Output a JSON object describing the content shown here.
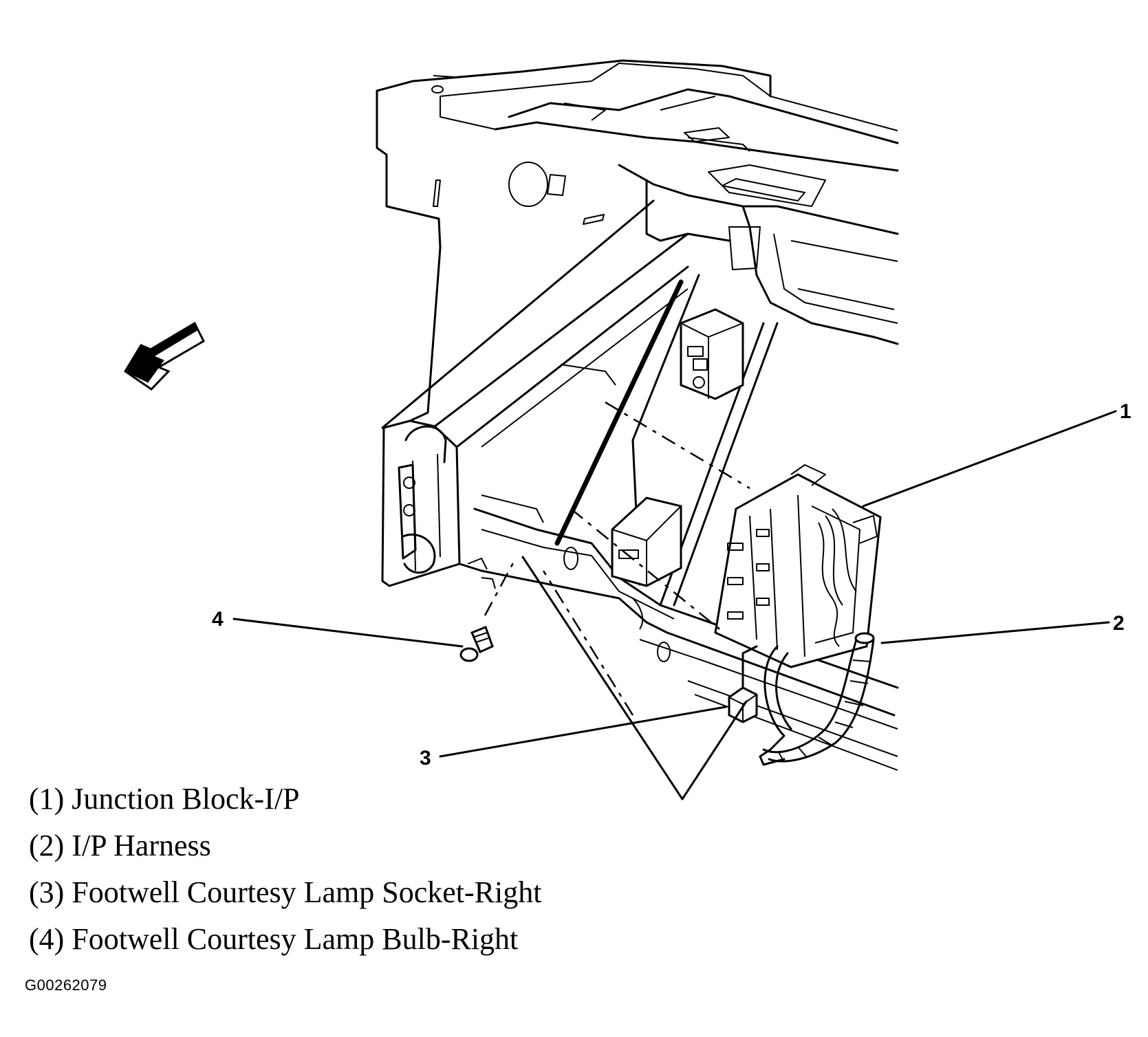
{
  "callouts": {
    "c1": "1",
    "c2": "2",
    "c3": "3",
    "c4": "4"
  },
  "legend": [
    "(1) Junction Block-I/P",
    "(2) I/P Harness",
    "(3) Footwell Courtesy Lamp Socket-Right",
    "(4) Footwell Courtesy Lamp Bulb-Right"
  ],
  "figure_id": "G00262079",
  "icons": {
    "direction_arrow": "forward-arrow-icon"
  }
}
